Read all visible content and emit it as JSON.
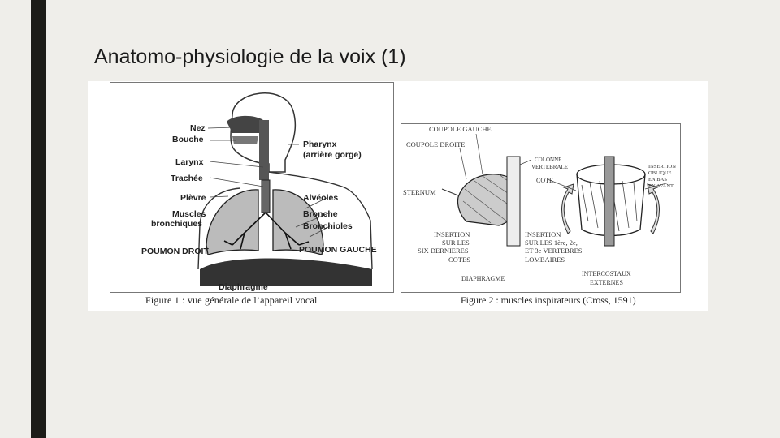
{
  "slide": {
    "title": "Anatomo-physiologie de la voix (1)"
  },
  "figure1": {
    "labels": {
      "nez": "Nez",
      "bouche": "Bouche",
      "larynx": "Larynx",
      "trachee": "Trachée",
      "plevre": "Plèvre",
      "muscles1": "Muscles",
      "muscles2": "bronchiques",
      "poumon_droit": "POUMON DROIT",
      "pharynx1": "Pharynx",
      "pharynx2": "(arrière gorge)",
      "alveoles": "Alvéoles",
      "bronche": "Bronche",
      "bronchioles": "Bronchioles",
      "poumon_gauche": "POUMON GAUCHE",
      "diaphragme": "Diaphragme"
    },
    "caption": "Figure 1 : vue générale de l’appareil vocal"
  },
  "figure2": {
    "labels": {
      "coupole_gauche": "COUPOLE GAUCHE",
      "coupole_droite": "COUPOLE DROITE",
      "sternum": "STERNUM",
      "insertion1_1": "INSERTION",
      "insertion1_2": "SUR LES",
      "insertion1_3": "SIX DERNIERES",
      "insertion1_4": "COTES",
      "colonne1": "COLONNE",
      "colonne2": "VERTEBRALE",
      "cote": "COTE",
      "insertion2_1": "INSERTION",
      "insertion2_2": "SUR LES 1ère, 2e,",
      "insertion2_3": "ET 3e VERTEBRES",
      "insertion2_4": "LOMBAIRES",
      "oblique1": "INSERTION",
      "oblique2": "OBLIQUE",
      "oblique3": "EN BAS",
      "oblique4": "EN AVANT",
      "diaphragme": "DIAPHRAGME",
      "intercostaux1": "INTERCOSTAUX",
      "intercostaux2": "EXTERNES"
    },
    "caption": "Figure 2 : muscles inspirateurs (Cross, 1591)"
  }
}
